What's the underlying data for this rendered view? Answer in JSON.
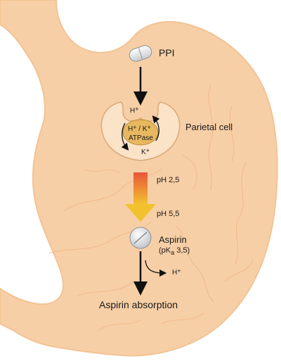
{
  "labels": {
    "ppi": "PPI",
    "parietal_cell": "Parietal cell",
    "ph_high_acid": "pH 2,5",
    "ph_low_acid": "pH 5,5",
    "aspirin": "Aspirin",
    "pka_prefix": "(pK",
    "pka_sub": "a",
    "pka_value": " 3,5)",
    "aspirin_absorption": "Aspirin absorption"
  },
  "ions": {
    "h": "H",
    "k": "K",
    "plus": "+"
  },
  "pump": {
    "line1_h": "H",
    "line1_sep": " / K",
    "line2": "ATPase"
  },
  "colors": {
    "stomach_fill": "#f7cfa6",
    "stomach_edge": "#f3c394",
    "vessel": "#f1b88a",
    "gradient_top": "#e8553a",
    "gradient_bottom": "#f2c12e",
    "pump_fill": "#e8b860",
    "cell_fill": "#fbe3c8"
  },
  "icons": [
    "pill-icon",
    "aspirin-tablet-icon"
  ]
}
